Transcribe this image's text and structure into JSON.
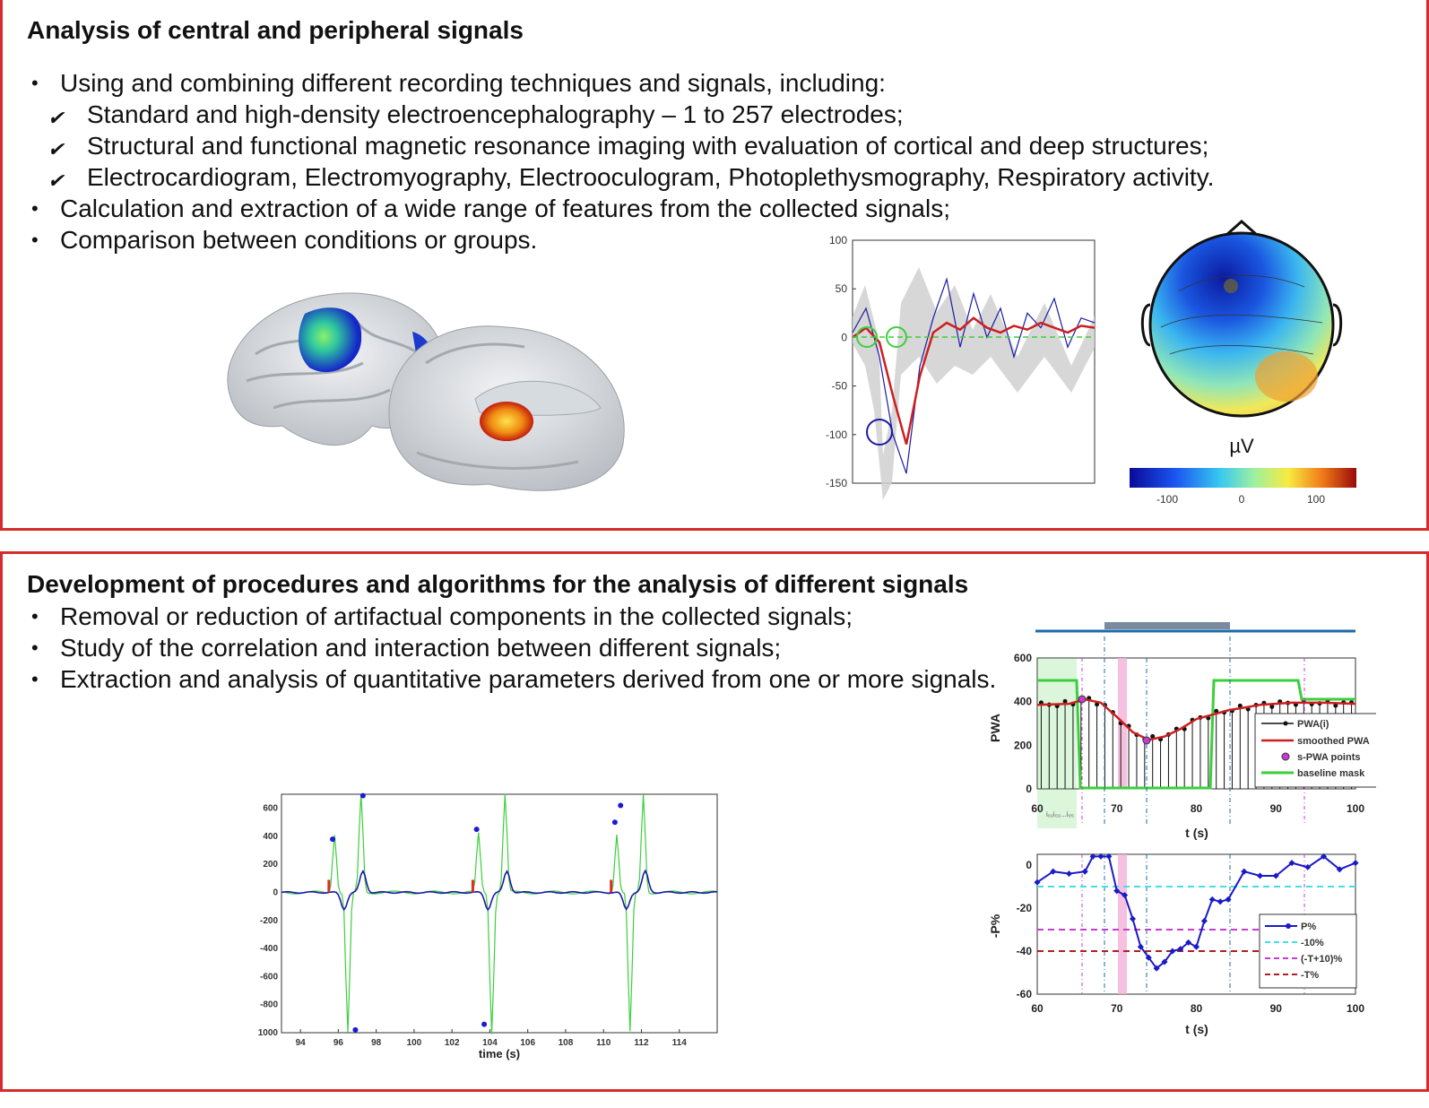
{
  "section1": {
    "title": "Analysis of central and peripheral signals",
    "bullets": [
      "Using and combining different recording techniques and signals, including:",
      "Calculation and extraction of a wide range of features from the collected signals;",
      "Comparison between conditions or groups."
    ],
    "sub_bullets": [
      "Standard and high-density electroencephalography – 1 to 257 electrodes;",
      "Structural and functional magnetic resonance imaging with evaluation of cortical and deep structures;",
      "Electrocardiogram, Electromyography, Electrooculogram, Photoplethysmography, Respiratory activity."
    ]
  },
  "section2": {
    "title": "Development of procedures and algorithms for the analysis of different signals",
    "bullets": [
      "Removal or reduction of artifactual components in the collected signals;",
      "Study of the correlation and interaction between different signals;",
      "Extraction and analysis of quantitative parameters derived from one or more signals."
    ]
  },
  "erp_plot": {
    "yticks": [
      "100",
      "50",
      "0",
      "-50",
      "-100",
      "-150"
    ]
  },
  "topomap": {
    "unit": "µV",
    "colorbar_ticks": [
      "-100",
      "0",
      "100"
    ]
  },
  "ecg_plot": {
    "yticks": [
      "600",
      "400",
      "200",
      "0",
      "-200",
      "-400",
      "-600",
      "-800",
      "1000"
    ],
    "xticks": [
      "94",
      "96",
      "98",
      "100",
      "102",
      "104",
      "106",
      "108",
      "110",
      "112",
      "114"
    ],
    "xlabel": "time (s)"
  },
  "pwa_plot": {
    "ylabel": "PWA",
    "yticks": [
      "600",
      "400",
      "200",
      "0"
    ],
    "xticks": [
      "60",
      "70",
      "80",
      "90",
      "100"
    ],
    "xlabel": "t (s)",
    "legend": [
      "PWA(i)",
      "smoothed PWA",
      "s-PWA points",
      "baseline mask"
    ],
    "xlabel_extra": "i₀₁i₀₂...i₀₅"
  },
  "p_plot": {
    "ylabel": "-P%",
    "yticks": [
      "0",
      "-20",
      "-40",
      "-60"
    ],
    "xticks": [
      "60",
      "70",
      "80",
      "90",
      "100"
    ],
    "xlabel": "t (s)",
    "legend": [
      "P%",
      "-10%",
      "(-T+10)%",
      "-T%"
    ]
  },
  "colors": {
    "frame": "#d62b2b",
    "red": "#cc1f1f",
    "blue": "#1a1aa8",
    "green": "#3ccf3c",
    "magenta": "#c93ad0",
    "cyan": "#3fe0e8"
  },
  "chart_data": [
    {
      "type": "line",
      "ylim": [
        -150,
        100
      ],
      "series": [
        {
          "values": [
            0,
            10,
            -5,
            -60,
            -110,
            -40,
            5,
            15,
            8,
            20,
            10,
            5,
            12,
            8,
            15,
            10,
            5,
            12,
            10
          ]
        },
        {
          "values": [
            5,
            30,
            -20,
            -100,
            -140,
            -30,
            20,
            60,
            -10,
            45,
            0,
            30,
            -20,
            25,
            10,
            40,
            -10,
            20,
            15
          ]
        }
      ]
    },
    {
      "type": "line",
      "xlabel": "time (s)",
      "xlim": [
        93,
        116
      ],
      "ylim": [
        -1000,
        700
      ],
      "series": [
        {
          "x": [
            95.7,
            96.9,
            97.3,
            103.3,
            103.7,
            110.6,
            110.9
          ],
          "values": [
            380,
            -980,
            690,
            450,
            -940,
            500,
            620
          ]
        }
      ]
    },
    {
      "type": "line",
      "xlabel": "t (s)",
      "ylabel": "PWA",
      "xlim": [
        60,
        100
      ],
      "ylim": [
        0,
        600
      ],
      "series": [
        {
          "name": "smoothed PWA",
          "x": [
            60,
            64,
            66,
            68,
            70,
            72,
            74,
            76,
            78,
            80,
            84,
            88,
            92,
            96,
            100
          ],
          "values": [
            385,
            390,
            410,
            395,
            330,
            260,
            225,
            240,
            275,
            320,
            360,
            385,
            395,
            395,
            390
          ]
        }
      ]
    },
    {
      "type": "line",
      "xlabel": "t (s)",
      "ylabel": "-P%",
      "xlim": [
        60,
        100
      ],
      "ylim": [
        -60,
        5
      ],
      "series": [
        {
          "name": "P%",
          "x": [
            60,
            62,
            64,
            66,
            67,
            68,
            69,
            70,
            71,
            72,
            73,
            74,
            75,
            76,
            77,
            78,
            79,
            80,
            81,
            82,
            83,
            84,
            86,
            88,
            90,
            92,
            94,
            96,
            98,
            100
          ],
          "values": [
            -8,
            -3,
            -4,
            -3,
            4,
            4,
            4,
            -12,
            -14,
            -25,
            -38,
            -43,
            -48,
            -45,
            -40,
            -39,
            -36,
            -38,
            -26,
            -16,
            -17,
            -16,
            -3,
            -5,
            -5,
            1,
            -1,
            4,
            -2,
            1
          ]
        }
      ],
      "reference_lines": [
        -10,
        -30,
        -40
      ]
    }
  ]
}
